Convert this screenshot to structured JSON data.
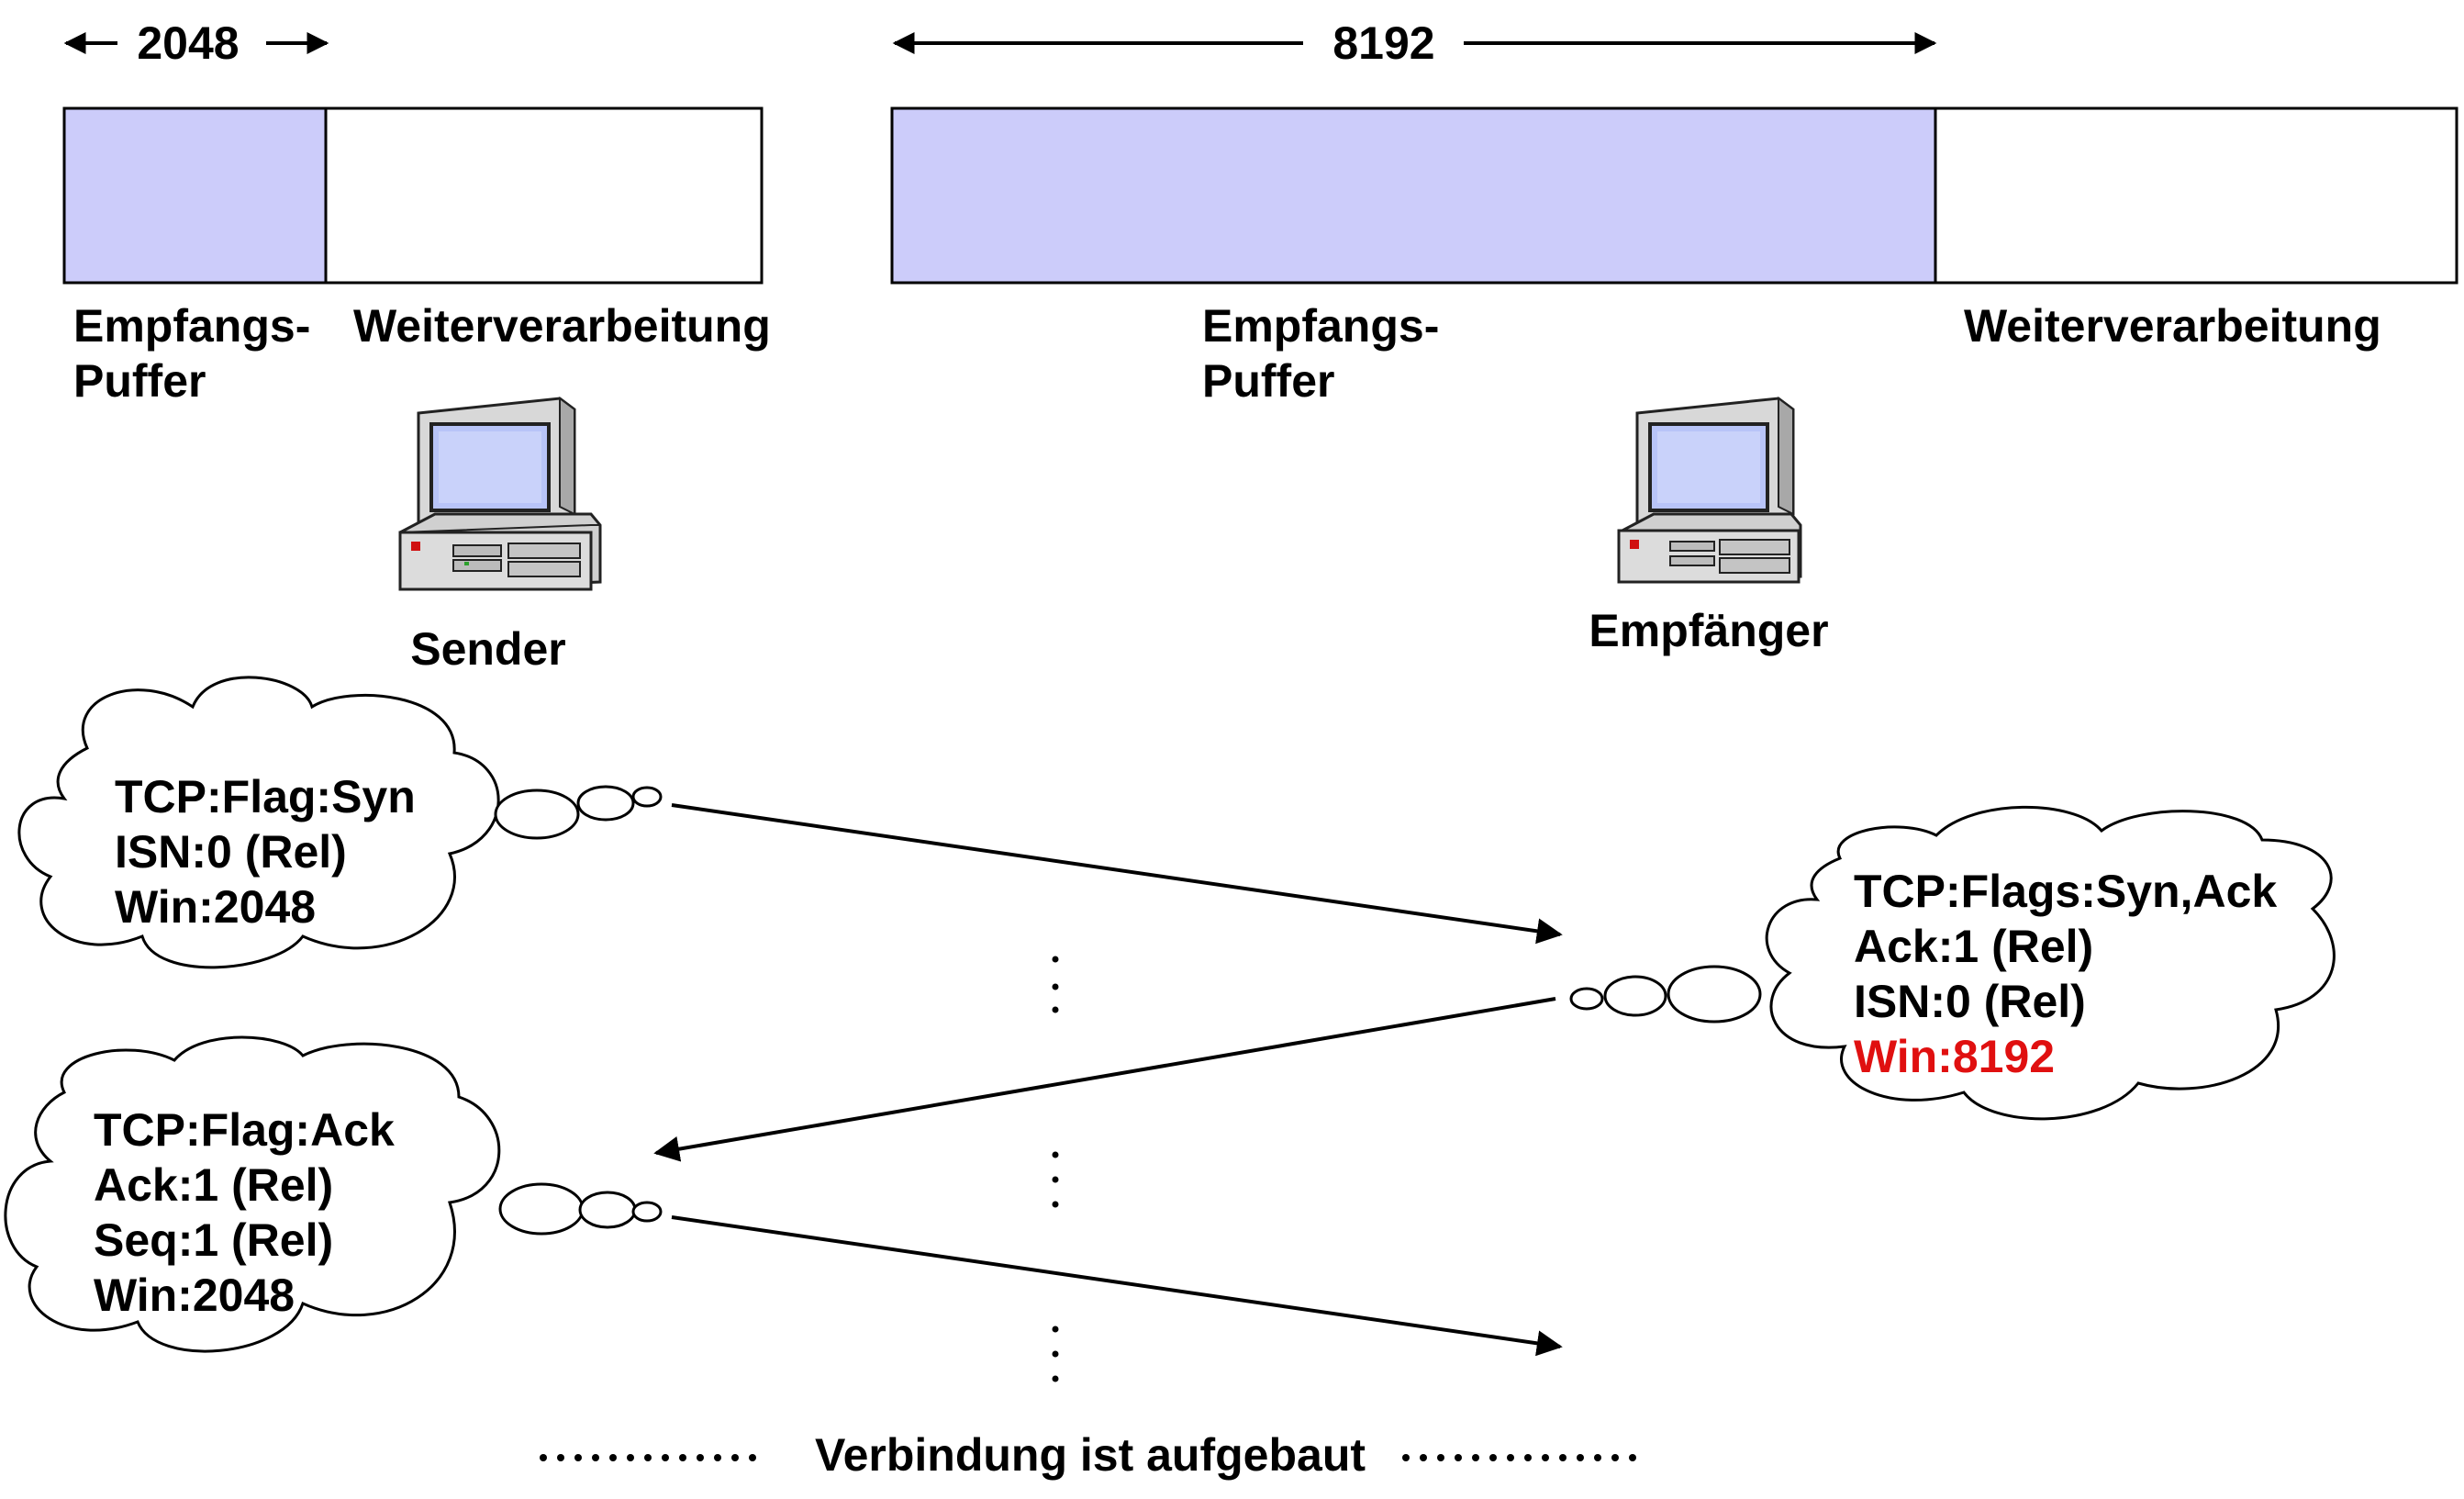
{
  "sender_buffer": {
    "size_label": "2048",
    "buffer_label_line1": "Empfangs-",
    "buffer_label_line2": "Puffer",
    "processing_label": "Weiterverarbeitung",
    "fill_fraction": 0.375
  },
  "receiver_buffer": {
    "size_label": "8192",
    "buffer_label_line1": "Empfangs-",
    "buffer_label_line2": "Puffer",
    "processing_label": "Weiterverarbeitung",
    "fill_fraction": 0.667
  },
  "hosts": {
    "sender_label": "Sender",
    "receiver_label": "Empfänger"
  },
  "messages": {
    "syn": [
      "TCP:Flag:Syn",
      "ISN:0 (Rel)",
      "Win:2048"
    ],
    "synack": [
      "TCP:Flags:Syn,Ack",
      "Ack:1 (Rel)",
      "ISN:0 (Rel)",
      "Win:8192"
    ],
    "ack": [
      "TCP:Flag:Ack",
      "Ack:1 (Rel)",
      "Seq:1 (Rel)",
      "Win:2048"
    ]
  },
  "footer": {
    "status": "Verbindung ist aufgebaut"
  },
  "colors": {
    "buffer_fill": "#ccccfa",
    "highlight_text": "#e01010",
    "screen": "#b8c4f8"
  }
}
